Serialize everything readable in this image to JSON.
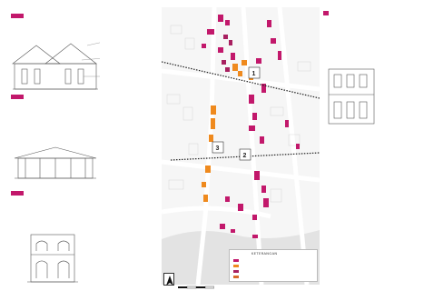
{
  "colors": {
    "type1": "#c2186b",
    "type2": "#ef8a1e",
    "type3": "#a82060",
    "accent_text": "#d64a8a",
    "road": "#ffffff",
    "water": "#e3e3e3"
  },
  "map": {
    "header": "",
    "zone_labels": [
      "1",
      "2",
      "3"
    ],
    "legend_title": "KETERANGAN",
    "legend_items": [
      {
        "label": "",
        "color": "#c2186b"
      },
      {
        "label": "",
        "color": "#ef8a1e"
      },
      {
        "label": "",
        "color": "#a82060"
      },
      {
        "label": "",
        "color": "#d86a2a"
      }
    ],
    "north_icon": "north-arrow-icon",
    "scale_label": ""
  },
  "left_panel": {
    "sections": [
      {
        "heading": "",
        "annotations": [
          "",
          "",
          "",
          ""
        ]
      },
      {
        "heading": "",
        "annotations": [
          "",
          "",
          "",
          ""
        ]
      },
      {
        "heading": "",
        "annotations": [
          "",
          "",
          ""
        ]
      }
    ]
  },
  "right_panel": {
    "top": {
      "heading": "",
      "annotations": [
        "",
        "",
        "",
        "",
        ""
      ]
    },
    "guidelines": {
      "title": "",
      "items": [
        "",
        "",
        "",
        "",
        ""
      ]
    }
  }
}
